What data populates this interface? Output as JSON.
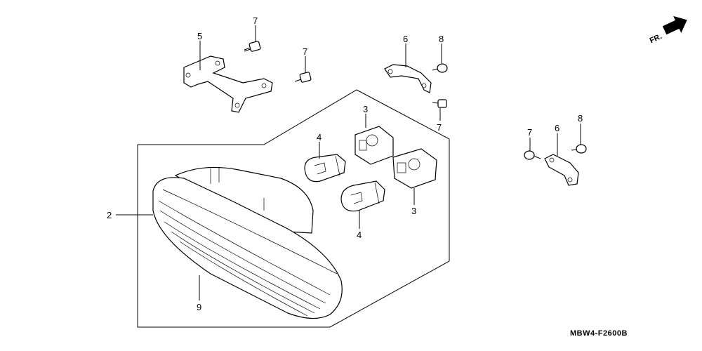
{
  "diagram": {
    "callouts": {
      "bracket_left": "5",
      "bolt_top_a": "7",
      "bolt_top_b": "7",
      "bracket_right_upper": "6",
      "screw_right_upper": "8",
      "bolt_right_upper_lower": "7",
      "socket_upper": "3",
      "bulb_upper": "4",
      "socket_lower": "3",
      "bulb_lower": "4",
      "taillight_unit": "2",
      "lens": "9",
      "bolt_far_right": "7",
      "bracket_far_right": "6",
      "screw_far_right": "8"
    },
    "direction_label": "FR.",
    "drawing_code": "MBW4-F2600B"
  }
}
